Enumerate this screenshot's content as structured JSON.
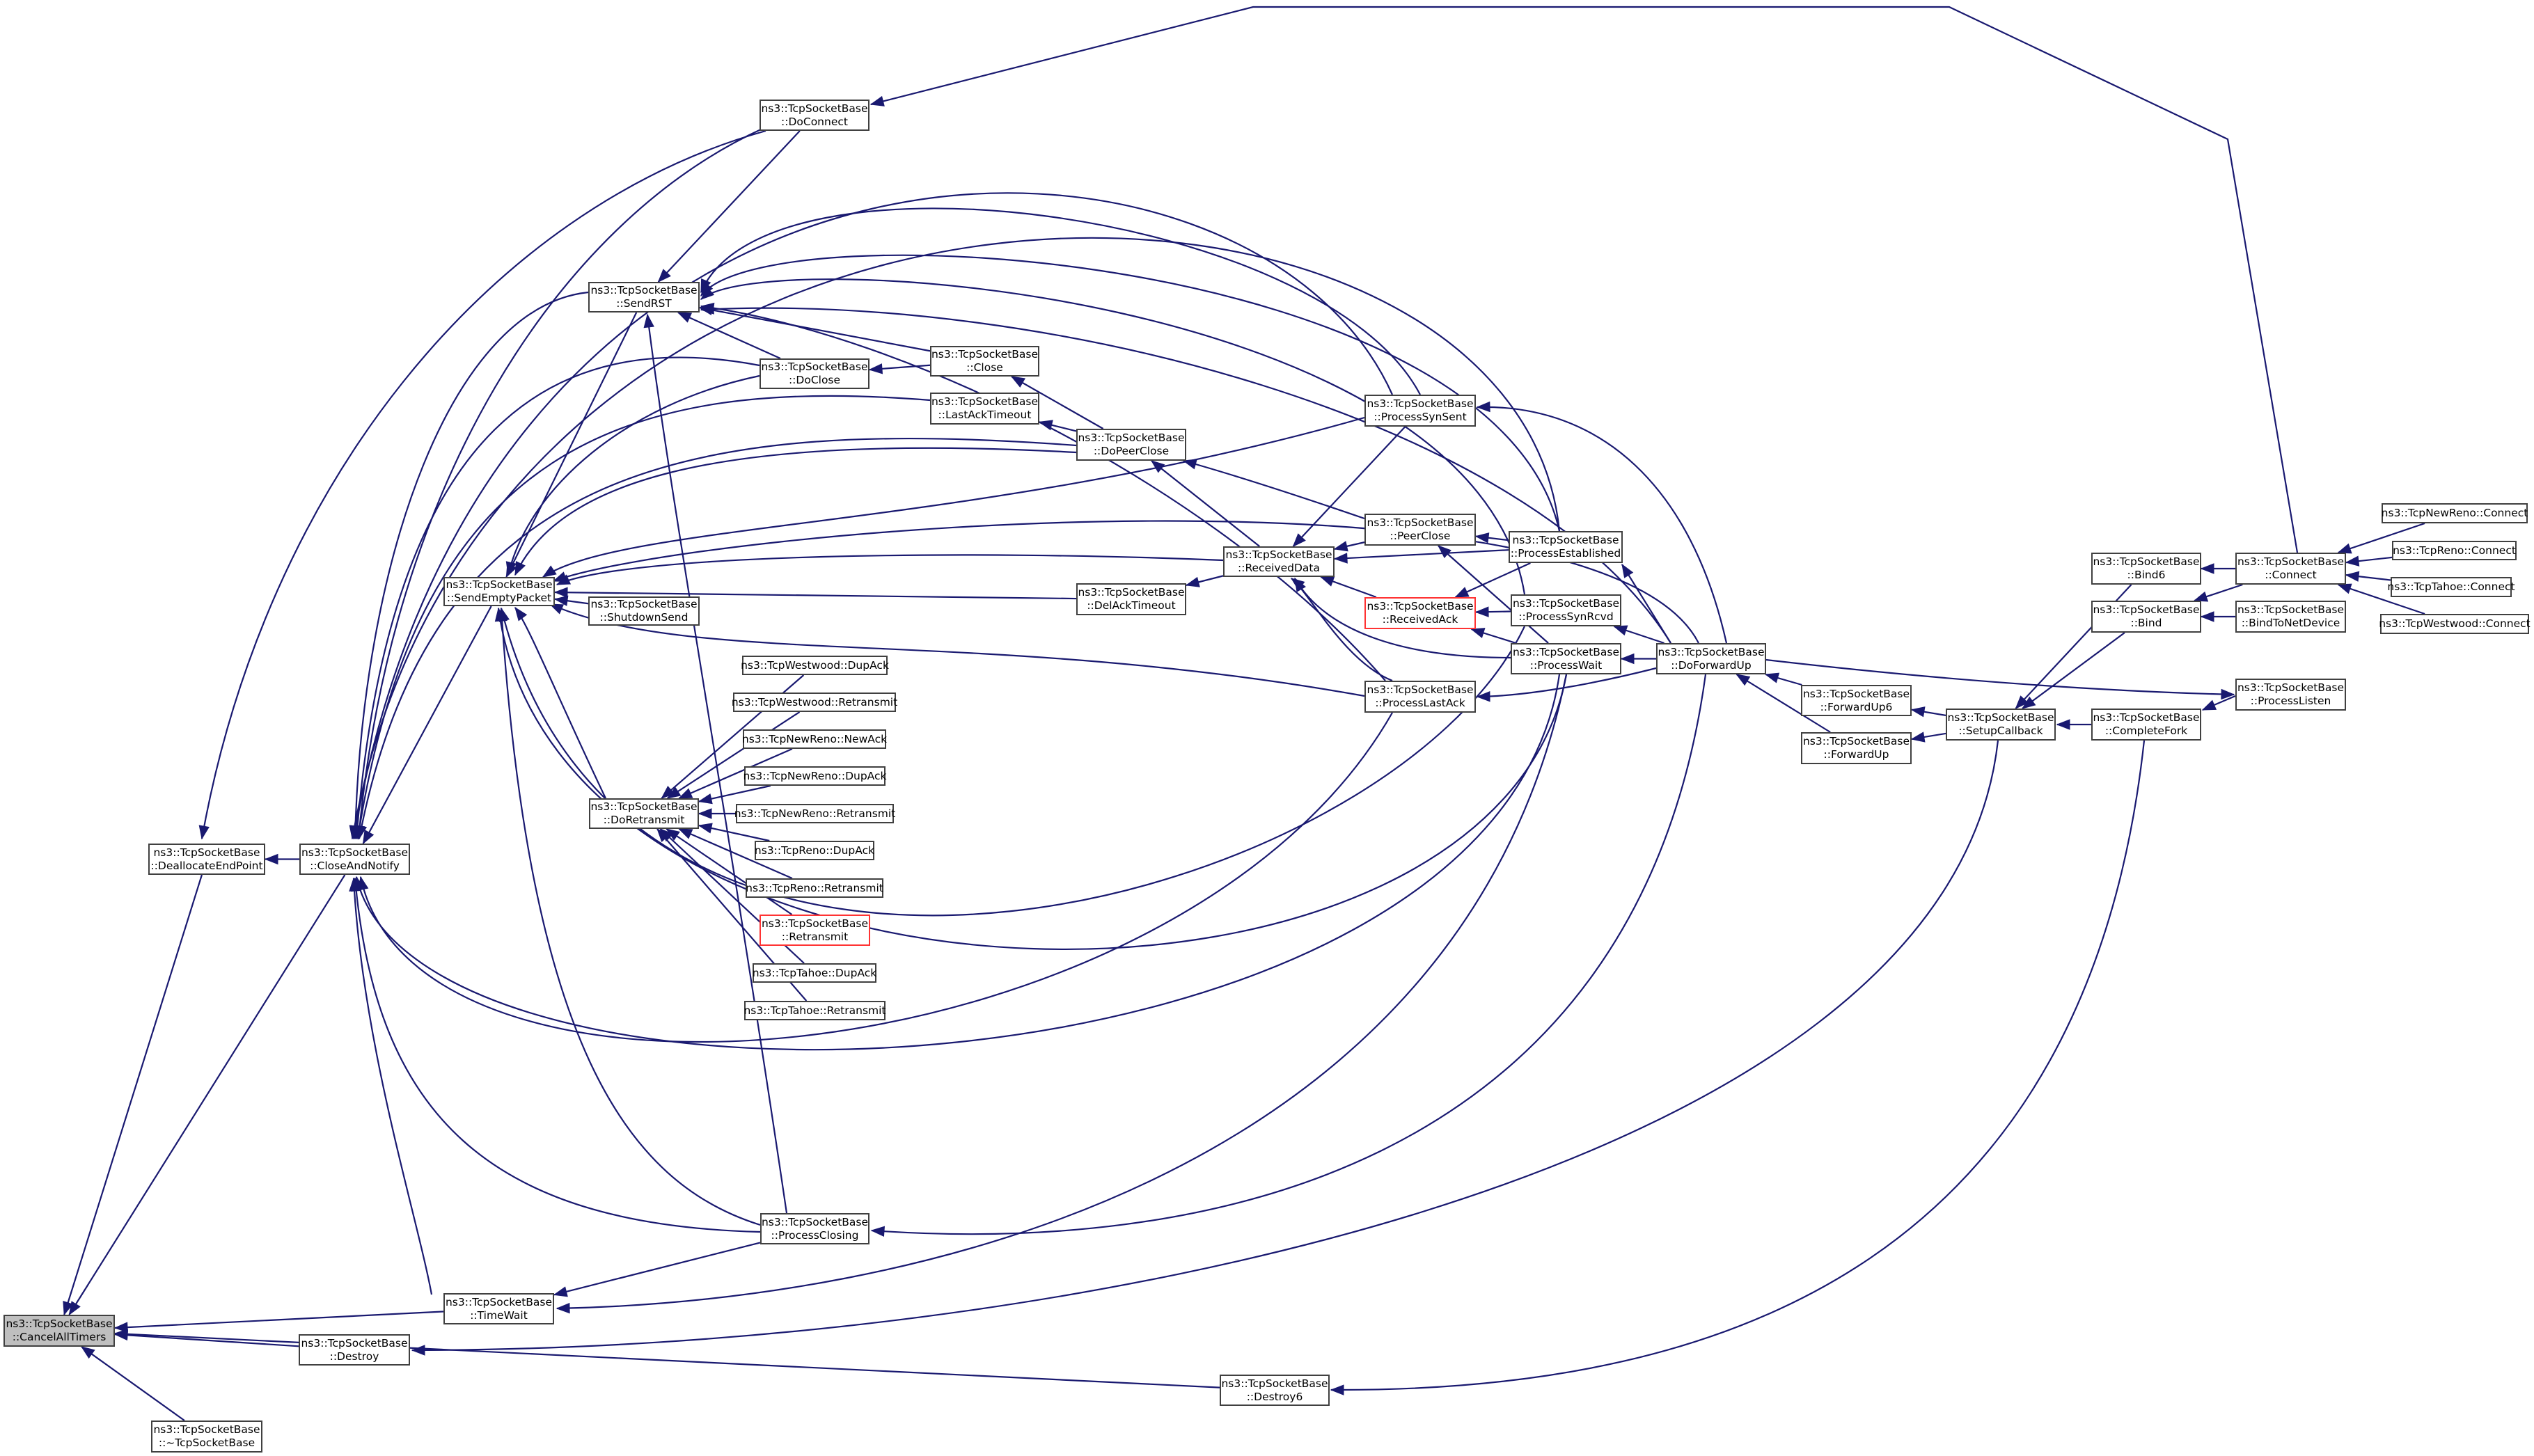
{
  "title": "ns3::TcpSocketBase::CancelAllTimers caller graph",
  "colors": {
    "edge": "#191970",
    "node_border": "#404040",
    "current_node_fill": "#bfbfbf",
    "truncated_node_border": "#ff3333"
  },
  "nodes": {
    "cancelalltimers": {
      "lines": [
        "ns3::TcpSocketBase",
        "::CancelAllTimers"
      ],
      "style": "current"
    },
    "dtor": {
      "lines": [
        "ns3::TcpSocketBase",
        "::~TcpSocketBase"
      ],
      "style": "normal"
    },
    "deallocate": {
      "lines": [
        "ns3::TcpSocketBase",
        "::DeallocateEndPoint"
      ],
      "style": "normal"
    },
    "closeandnotify": {
      "lines": [
        "ns3::TcpSocketBase",
        "::CloseAndNotify"
      ],
      "style": "normal"
    },
    "destroy": {
      "lines": [
        "ns3::TcpSocketBase",
        "::Destroy"
      ],
      "style": "normal"
    },
    "timewait": {
      "lines": [
        "ns3::TcpSocketBase",
        "::TimeWait"
      ],
      "style": "normal"
    },
    "destroy6": {
      "lines": [
        "ns3::TcpSocketBase",
        "::Destroy6"
      ],
      "style": "normal"
    },
    "processclosing": {
      "lines": [
        "ns3::TcpSocketBase",
        "::ProcessClosing"
      ],
      "style": "normal"
    },
    "sendemptypacket": {
      "lines": [
        "ns3::TcpSocketBase",
        "::SendEmptyPacket"
      ],
      "style": "normal"
    },
    "shutdownsend": {
      "lines": [
        "ns3::TcpSocketBase",
        "::ShutdownSend"
      ],
      "style": "normal"
    },
    "sendrst": {
      "lines": [
        "ns3::TcpSocketBase",
        "::SendRST"
      ],
      "style": "normal"
    },
    "doretransmit": {
      "lines": [
        "ns3::TcpSocketBase",
        "::DoRetransmit"
      ],
      "style": "normal"
    },
    "doconnect": {
      "lines": [
        "ns3::TcpSocketBase",
        "::DoConnect"
      ],
      "style": "normal"
    },
    "doclose": {
      "lines": [
        "ns3::TcpSocketBase",
        "::DoClose"
      ],
      "style": "normal"
    },
    "close": {
      "lines": [
        "ns3::TcpSocketBase",
        "::Close"
      ],
      "style": "normal"
    },
    "lastacktimeout": {
      "lines": [
        "ns3::TcpSocketBase",
        "::LastAckTimeout"
      ],
      "style": "normal"
    },
    "dopeerclose": {
      "lines": [
        "ns3::TcpSocketBase",
        "::DoPeerClose"
      ],
      "style": "normal"
    },
    "delacktimeout": {
      "lines": [
        "ns3::TcpSocketBase",
        "::DelAckTimeout"
      ],
      "style": "normal"
    },
    "receiveddata": {
      "lines": [
        "ns3::TcpSocketBase",
        "::ReceivedData"
      ],
      "style": "normal"
    },
    "processsynsent": {
      "lines": [
        "ns3::TcpSocketBase",
        "::ProcessSynSent"
      ],
      "style": "normal"
    },
    "peerclose": {
      "lines": [
        "ns3::TcpSocketBase",
        "::PeerClose"
      ],
      "style": "normal"
    },
    "receivedack": {
      "lines": [
        "ns3::TcpSocketBase",
        "::ReceivedAck"
      ],
      "style": "red"
    },
    "processlastack": {
      "lines": [
        "ns3::TcpSocketBase",
        "::ProcessLastAck"
      ],
      "style": "normal"
    },
    "processestablished": {
      "lines": [
        "ns3::TcpSocketBase",
        "::ProcessEstablished"
      ],
      "style": "normal"
    },
    "processsynrcvd": {
      "lines": [
        "ns3::TcpSocketBase",
        "::ProcessSynRcvd"
      ],
      "style": "normal"
    },
    "processwait": {
      "lines": [
        "ns3::TcpSocketBase",
        "::ProcessWait"
      ],
      "style": "normal"
    },
    "doforwardup": {
      "lines": [
        "ns3::TcpSocketBase",
        "::DoForwardUp"
      ],
      "style": "normal"
    },
    "forwardup6": {
      "lines": [
        "ns3::TcpSocketBase",
        "::ForwardUp6"
      ],
      "style": "normal"
    },
    "forwardup": {
      "lines": [
        "ns3::TcpSocketBase",
        "::ForwardUp"
      ],
      "style": "normal"
    },
    "setupcallback": {
      "lines": [
        "ns3::TcpSocketBase",
        "::SetupCallback"
      ],
      "style": "normal"
    },
    "completefork": {
      "lines": [
        "ns3::TcpSocketBase",
        "::CompleteFork"
      ],
      "style": "normal"
    },
    "bind6": {
      "lines": [
        "ns3::TcpSocketBase",
        "::Bind6"
      ],
      "style": "normal"
    },
    "bind": {
      "lines": [
        "ns3::TcpSocketBase",
        "::Bind"
      ],
      "style": "normal"
    },
    "connect": {
      "lines": [
        "ns3::TcpSocketBase",
        "::Connect"
      ],
      "style": "normal"
    },
    "bindtonetdevice": {
      "lines": [
        "ns3::TcpSocketBase",
        "::BindToNetDevice"
      ],
      "style": "normal"
    },
    "processlisten": {
      "lines": [
        "ns3::TcpSocketBase",
        "::ProcessListen"
      ],
      "style": "normal"
    },
    "newreno_connect": {
      "lines": [
        "ns3::TcpNewReno::Connect"
      ],
      "style": "normal"
    },
    "reno_connect": {
      "lines": [
        "ns3::TcpReno::Connect"
      ],
      "style": "normal"
    },
    "tahoe_connect": {
      "lines": [
        "ns3::TcpTahoe::Connect"
      ],
      "style": "normal"
    },
    "westwood_connect": {
      "lines": [
        "ns3::TcpWestwood::Connect"
      ],
      "style": "normal"
    },
    "westwood_dupack": {
      "lines": [
        "ns3::TcpWestwood::DupAck"
      ],
      "style": "normal"
    },
    "westwood_retransmit": {
      "lines": [
        "ns3::TcpWestwood::Retransmit"
      ],
      "style": "normal"
    },
    "newreno_newack": {
      "lines": [
        "ns3::TcpNewReno::NewAck"
      ],
      "style": "normal"
    },
    "newreno_dupack": {
      "lines": [
        "ns3::TcpNewReno::DupAck"
      ],
      "style": "normal"
    },
    "newreno_retransmit": {
      "lines": [
        "ns3::TcpNewReno::Retransmit"
      ],
      "style": "normal"
    },
    "reno_dupack": {
      "lines": [
        "ns3::TcpReno::DupAck"
      ],
      "style": "normal"
    },
    "reno_retransmit": {
      "lines": [
        "ns3::TcpReno::Retransmit"
      ],
      "style": "normal"
    },
    "socketbase_retransmit": {
      "lines": [
        "ns3::TcpSocketBase",
        "::Retransmit"
      ],
      "style": "red"
    },
    "tahoe_dupack": {
      "lines": [
        "ns3::TcpTahoe::DupAck"
      ],
      "style": "normal"
    },
    "tahoe_retransmit": {
      "lines": [
        "ns3::TcpTahoe::Retransmit"
      ],
      "style": "normal"
    }
  },
  "edges": [
    {
      "from": "dtor",
      "to": "cancelalltimers"
    },
    {
      "from": "deallocate",
      "to": "cancelalltimers"
    },
    {
      "from": "closeandnotify",
      "to": "cancelalltimers"
    },
    {
      "from": "timewait",
      "to": "cancelalltimers"
    },
    {
      "from": "destroy",
      "to": "cancelalltimers"
    },
    {
      "from": "destroy6",
      "to": "cancelalltimers"
    },
    {
      "from": "closeandnotify",
      "to": "deallocate"
    },
    {
      "from": "doconnect",
      "to": "deallocate"
    },
    {
      "from": "sendrst",
      "to": "closeandnotify"
    },
    {
      "from": "sendemptypacket",
      "to": "closeandnotify"
    },
    {
      "from": "doconnect",
      "to": "closeandnotify"
    },
    {
      "from": "doclose",
      "to": "closeandnotify"
    },
    {
      "from": "lastacktimeout",
      "to": "closeandnotify"
    },
    {
      "from": "dopeerclose",
      "to": "closeandnotify"
    },
    {
      "from": "processsynsent",
      "to": "closeandnotify"
    },
    {
      "from": "processestablished",
      "to": "closeandnotify"
    },
    {
      "from": "processlastack",
      "to": "closeandnotify"
    },
    {
      "from": "processwait",
      "to": "closeandnotify"
    },
    {
      "from": "processclosing",
      "to": "closeandnotify"
    },
    {
      "from": "timewait",
      "to": "closeandnotify"
    },
    {
      "from": "processclosing",
      "to": "timewait"
    },
    {
      "from": "doforwardup",
      "to": "processclosing"
    },
    {
      "from": "processwait",
      "to": "timewait"
    },
    {
      "from": "setupcallback",
      "to": "destroy"
    },
    {
      "from": "completefork",
      "to": "destroy6"
    },
    {
      "from": "doconnect",
      "to": "sendrst"
    },
    {
      "from": "doclose",
      "to": "sendrst"
    },
    {
      "from": "close",
      "to": "sendrst"
    },
    {
      "from": "processclosing",
      "to": "sendrst"
    },
    {
      "from": "processsynsent",
      "to": "sendrst"
    },
    {
      "from": "processestablished",
      "to": "sendrst"
    },
    {
      "from": "processsynrcvd",
      "to": "sendrst"
    },
    {
      "from": "processlastack",
      "to": "sendrst"
    },
    {
      "from": "doforwardup",
      "to": "sendrst"
    },
    {
      "from": "sendrst",
      "to": "sendemptypacket"
    },
    {
      "from": "shutdownsend",
      "to": "sendemptypacket"
    },
    {
      "from": "delacktimeout",
      "to": "sendemptypacket"
    },
    {
      "from": "receiveddata",
      "to": "sendemptypacket"
    },
    {
      "from": "doretransmit",
      "to": "sendemptypacket"
    },
    {
      "from": "processsynsent",
      "to": "sendemptypacket"
    },
    {
      "from": "processlastack",
      "to": "sendemptypacket"
    },
    {
      "from": "processclosing",
      "to": "sendemptypacket"
    },
    {
      "from": "doforwardup",
      "to": "sendemptypacket"
    },
    {
      "from": "doclose",
      "to": "sendemptypacket"
    },
    {
      "from": "dopeerclose",
      "to": "sendemptypacket"
    },
    {
      "from": "processsynrcvd",
      "to": "sendemptypacket"
    },
    {
      "from": "processwait",
      "to": "sendemptypacket"
    },
    {
      "from": "close",
      "to": "doclose"
    },
    {
      "from": "dopeerclose",
      "to": "lastacktimeout"
    },
    {
      "from": "dopeerclose",
      "to": "close"
    },
    {
      "from": "receiveddata",
      "to": "dopeerclose"
    },
    {
      "from": "peerclose",
      "to": "dopeerclose"
    },
    {
      "from": "receiveddata",
      "to": "delacktimeout"
    },
    {
      "from": "processsynsent",
      "to": "receiveddata"
    },
    {
      "from": "peerclose",
      "to": "receiveddata"
    },
    {
      "from": "processestablished",
      "to": "receiveddata"
    },
    {
      "from": "receivedack",
      "to": "receiveddata"
    },
    {
      "from": "processwait",
      "to": "receiveddata"
    },
    {
      "from": "processlastack",
      "to": "receiveddata"
    },
    {
      "from": "processestablished",
      "to": "peerclose"
    },
    {
      "from": "processwait",
      "to": "peerclose"
    },
    {
      "from": "processestablished",
      "to": "receivedack"
    },
    {
      "from": "processsynrcvd",
      "to": "receivedack"
    },
    {
      "from": "processwait",
      "to": "receivedack"
    },
    {
      "from": "doforwardup",
      "to": "processsynsent"
    },
    {
      "from": "doforwardup",
      "to": "processestablished"
    },
    {
      "from": "doforwardup",
      "to": "processsynrcvd"
    },
    {
      "from": "doforwardup",
      "to": "processwait"
    },
    {
      "from": "doforwardup",
      "to": "processlastack"
    },
    {
      "from": "doforwardup",
      "to": "processlisten"
    },
    {
      "from": "forwardup6",
      "to": "doforwardup"
    },
    {
      "from": "forwardup",
      "to": "doforwardup"
    },
    {
      "from": "setupcallback",
      "to": "forwardup6"
    },
    {
      "from": "setupcallback",
      "to": "forwardup"
    },
    {
      "from": "bind6",
      "to": "setupcallback"
    },
    {
      "from": "bind",
      "to": "setupcallback"
    },
    {
      "from": "completefork",
      "to": "setupcallback"
    },
    {
      "from": "processlisten",
      "to": "completefork"
    },
    {
      "from": "connect",
      "to": "bind6"
    },
    {
      "from": "connect",
      "to": "bind"
    },
    {
      "from": "bindtonetdevice",
      "to": "bind"
    },
    {
      "from": "connect",
      "to": "doconnect"
    },
    {
      "from": "newreno_connect",
      "to": "connect"
    },
    {
      "from": "reno_connect",
      "to": "connect"
    },
    {
      "from": "tahoe_connect",
      "to": "connect"
    },
    {
      "from": "westwood_connect",
      "to": "connect"
    },
    {
      "from": "westwood_dupack",
      "to": "doretransmit"
    },
    {
      "from": "westwood_retransmit",
      "to": "doretransmit"
    },
    {
      "from": "newreno_newack",
      "to": "doretransmit"
    },
    {
      "from": "newreno_dupack",
      "to": "doretransmit"
    },
    {
      "from": "newreno_retransmit",
      "to": "doretransmit"
    },
    {
      "from": "reno_dupack",
      "to": "doretransmit"
    },
    {
      "from": "reno_retransmit",
      "to": "doretransmit"
    },
    {
      "from": "socketbase_retransmit",
      "to": "doretransmit"
    },
    {
      "from": "tahoe_dupack",
      "to": "doretransmit"
    },
    {
      "from": "tahoe_retransmit",
      "to": "doretransmit"
    }
  ]
}
